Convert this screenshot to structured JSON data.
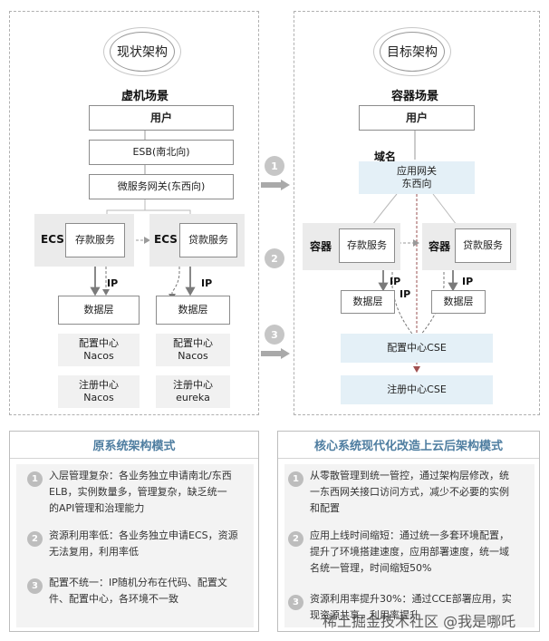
{
  "left": {
    "bubble": "现状架构",
    "title": "虚机场景",
    "user": "用户",
    "esb": "ESB(南北向)",
    "gateway": "微服务网关(东西向)",
    "ecs_label": "ECS",
    "deposit": "存款服务",
    "loan": "贷款服务",
    "ip": "IP",
    "data_layer": "数据层",
    "config_deposit": [
      "配置中心",
      "Nacos"
    ],
    "registry_deposit": [
      "注册中心",
      "Nacos"
    ],
    "config_loan": [
      "配置中心",
      "Nacos"
    ],
    "registry_loan": [
      "注册中心",
      "eureka"
    ]
  },
  "right": {
    "bubble": "目标架构",
    "title": "容器场景",
    "user": "用户",
    "domain": "域名",
    "gateway": [
      "应用网关",
      "东西向"
    ],
    "container_label": "容器",
    "deposit": "存款服务",
    "loan": "贷款服务",
    "ip": "IP",
    "data_layer": "数据层",
    "config_center": "配置中心CSE",
    "registry_center": "注册中心CSE"
  },
  "steps": [
    "1",
    "2",
    "3"
  ],
  "bottom_left": {
    "header": "原系统架构模式",
    "items": [
      {
        "num": "1",
        "lines": [
          "入层管理复杂：各业务独立申请南北/东西",
          "ELB，实例数量多，管理复杂，缺乏统一",
          "的API管理和治理能力"
        ]
      },
      {
        "num": "2",
        "lines": [
          "资源利用率低：各业务独立申请ECS，资源",
          "无法复用，利用率低"
        ]
      },
      {
        "num": "3",
        "lines": [
          "配置不统一：IP随机分布在代码、配置文",
          "件、配置中心，各环境不一致"
        ]
      }
    ]
  },
  "bottom_right": {
    "header": "核心系统现代化改造上云后架构模式",
    "items": [
      {
        "num": "1",
        "lines": [
          "从零散管理到统一管控，通过架构层修改，统",
          "一东西网关接口访问方式，减少不必要的实例",
          "和配置"
        ]
      },
      {
        "num": "2",
        "lines": [
          "应用上线时间缩短：通过统一多套环境配置，",
          "提升了环境搭建速度，应用部署速度，统一域",
          "名统一管理，时间缩短50%"
        ]
      },
      {
        "num": "3",
        "lines": [
          "资源利用率提升30%：通过CCE部署应用，实",
          "现资源共享，利用率提升"
        ]
      }
    ]
  },
  "watermark": "稀土掘金技术社区 @我是哪吒"
}
